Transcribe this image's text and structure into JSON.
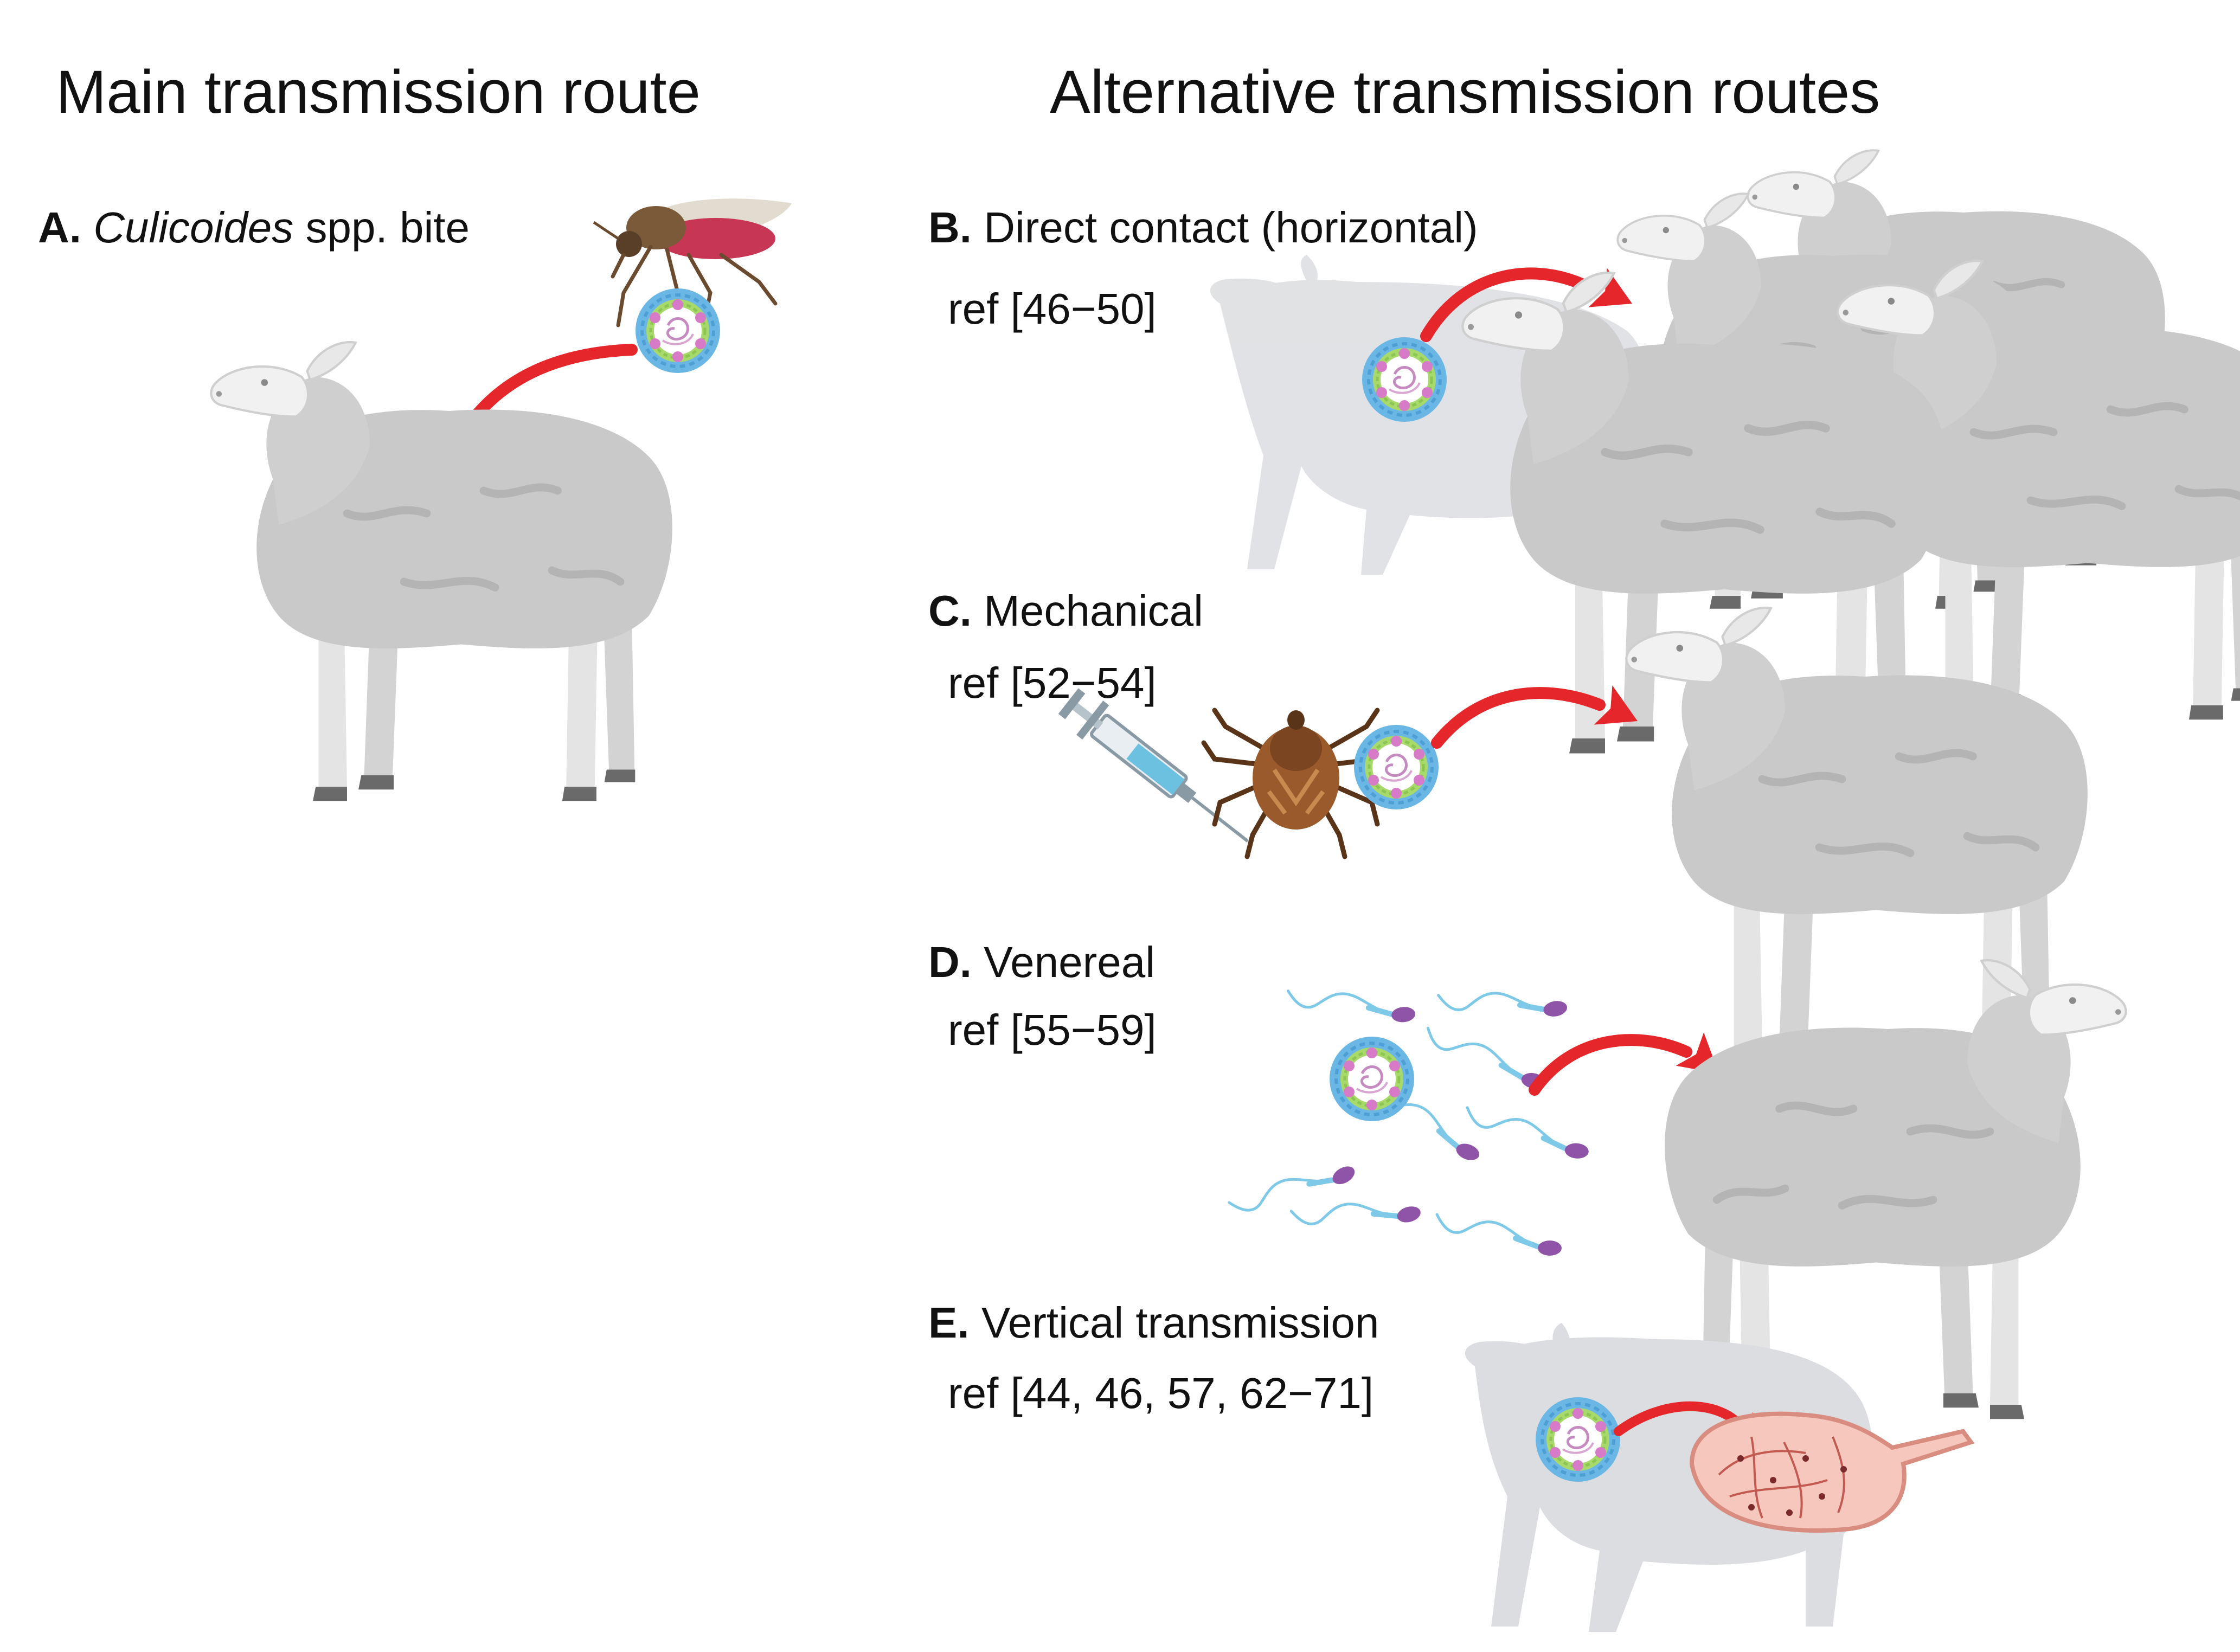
{
  "headings": {
    "main": "Main transmission route",
    "alternative": "Alternative transmission routes"
  },
  "routes": {
    "a": {
      "letter": "A.",
      "title_italic": "Culicoides",
      "title_rest": " spp. bite"
    },
    "b": {
      "letter": "B.",
      "title": " Direct contact (horizontal)",
      "ref": "ref [46−50]"
    },
    "c": {
      "letter": "C.",
      "title": " Mechanical",
      "ref": "ref [52−54]"
    },
    "d": {
      "letter": "D.",
      "title": " Venereal",
      "ref": "ref [55−59]"
    },
    "e": {
      "letter": "E.",
      "title": " Vertical transmission",
      "ref": "ref [44, 46, 57, 62−71]"
    }
  },
  "colors": {
    "arrow": "#e5262b",
    "sheep_body": "#c9c9c9",
    "sheep_face": "#f1f1f1",
    "ghost_sheep": "#dcdde0",
    "virus_blue": "#6ab7e6",
    "virus_green": "#a8d96b",
    "virus_pink": "#d77ac8"
  },
  "icons": [
    "midge-icon",
    "virus-icon",
    "sheep-icon",
    "syringe-icon",
    "tick-icon",
    "sperm-icon",
    "uterus-icon"
  ]
}
